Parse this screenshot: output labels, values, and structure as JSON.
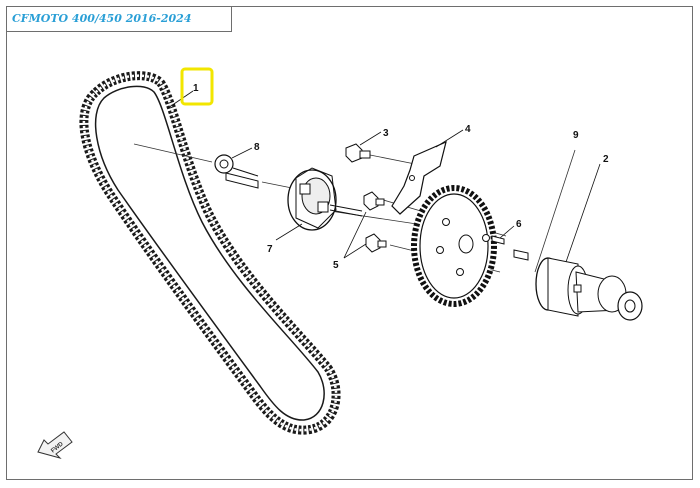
{
  "header": {
    "title": "CFMOTO 400/450 2016-2024"
  },
  "diagram": {
    "callouts": [
      "1",
      "2",
      "3",
      "4",
      "5",
      "6",
      "7",
      "8",
      "9"
    ],
    "highlighted_callout": "1",
    "highlight_color": "#f2e600",
    "fwd_label": "FWD"
  }
}
